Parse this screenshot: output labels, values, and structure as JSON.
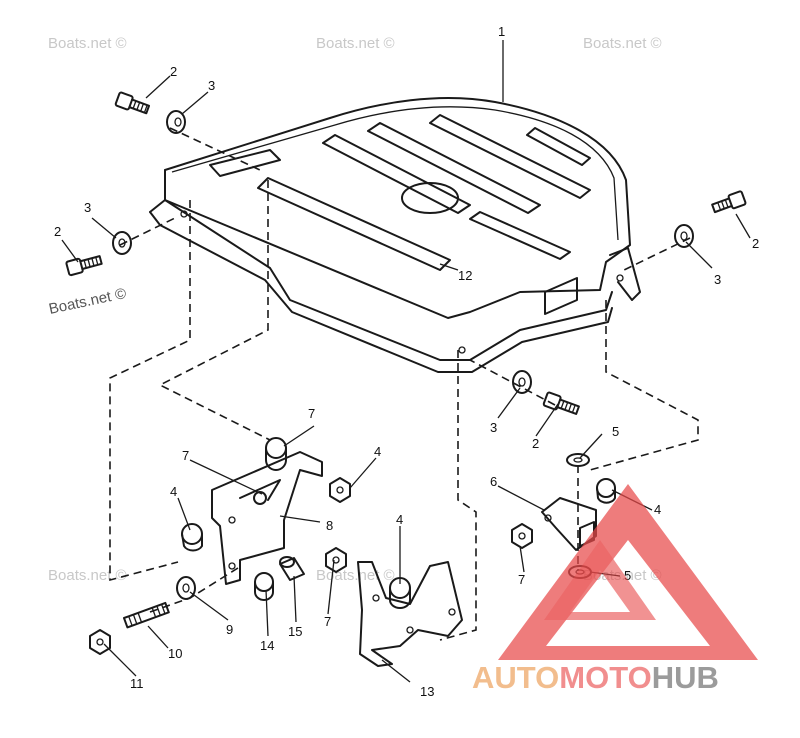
{
  "watermarks": {
    "site_light": "Boats.net ©",
    "site_dark": "Boats.net ©"
  },
  "logo": {
    "part1": "AUTO",
    "part2": "MOTO",
    "part3": "HUB",
    "color_auto": "#f0b27a",
    "color_moto": "#ef7b7b",
    "color_hub": "#8a8a8a",
    "triangle_color": "#e84a4a"
  },
  "callouts": {
    "c1": "1",
    "c2a": "2",
    "c2b": "2",
    "c2c": "2",
    "c2d": "2",
    "c3a": "3",
    "c3b": "3",
    "c3c": "3",
    "c3d": "3",
    "c4a": "4",
    "c4b": "4",
    "c4c": "4",
    "c4d": "4",
    "c5a": "5",
    "c5b": "5",
    "c6": "6",
    "c7a": "7",
    "c7b": "7",
    "c7c": "7",
    "c7d": "7",
    "c8": "8",
    "c9": "9",
    "c10": "10",
    "c11": "11",
    "c12": "12",
    "c13": "13",
    "c14": "14",
    "c15": "15"
  }
}
